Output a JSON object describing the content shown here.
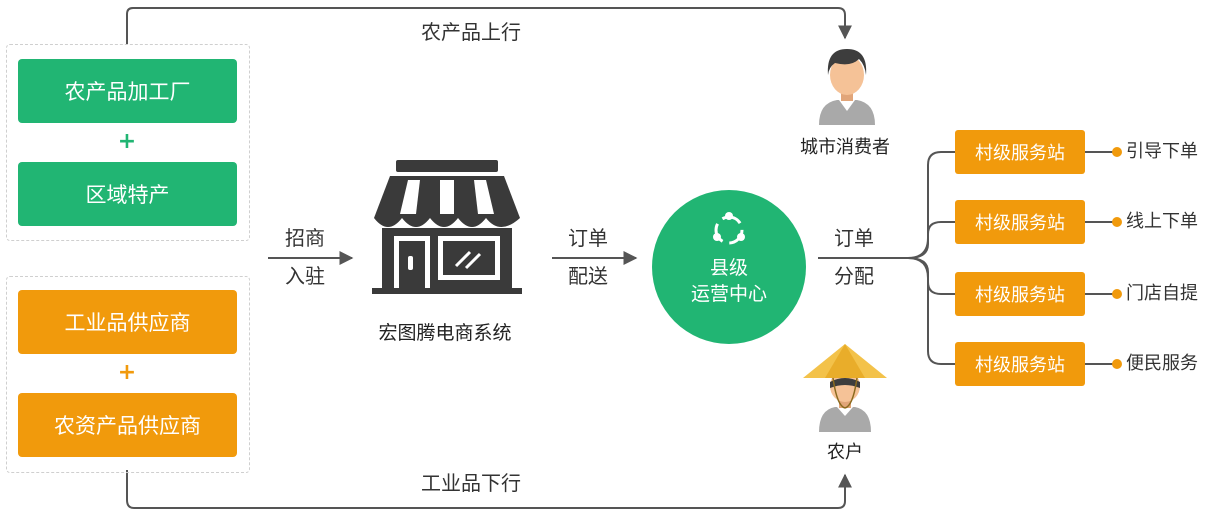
{
  "flow": {
    "top_label": "农产品上行",
    "bottom_label": "工业品下行"
  },
  "sources": {
    "agri_group": {
      "box1": "农产品加工厂",
      "plus": "+",
      "box2": "区域特产"
    },
    "industrial_group": {
      "box1": "工业品供应商",
      "plus": "+",
      "box2": "农资产品供应商"
    }
  },
  "edges": {
    "recruit": [
      "招商",
      "入驻"
    ],
    "order_delivery": [
      "订单",
      "配送"
    ],
    "order_dispatch": [
      "订单",
      "分配"
    ]
  },
  "platform": {
    "name": "宏图腾电商系统",
    "icon": "storefront-icon"
  },
  "hub": {
    "line1": "县级",
    "line2": "运营中心",
    "icon": "share-network-icon"
  },
  "people": {
    "consumer": {
      "name": "城市消费者",
      "icon": "urban-consumer-avatar-icon"
    },
    "farmer": {
      "name": "农户",
      "icon": "farmer-avatar-icon"
    }
  },
  "stations": [
    {
      "label": "村级服务站",
      "service": "引导下单"
    },
    {
      "label": "村级服务站",
      "service": "线上下单"
    },
    {
      "label": "村级服务站",
      "service": "门店自提"
    },
    {
      "label": "村级服务站",
      "service": "便民服务"
    }
  ],
  "colors": {
    "green": "#21b573",
    "orange": "#f19a0c",
    "line": "#555555",
    "store": "#3a3a3a"
  }
}
